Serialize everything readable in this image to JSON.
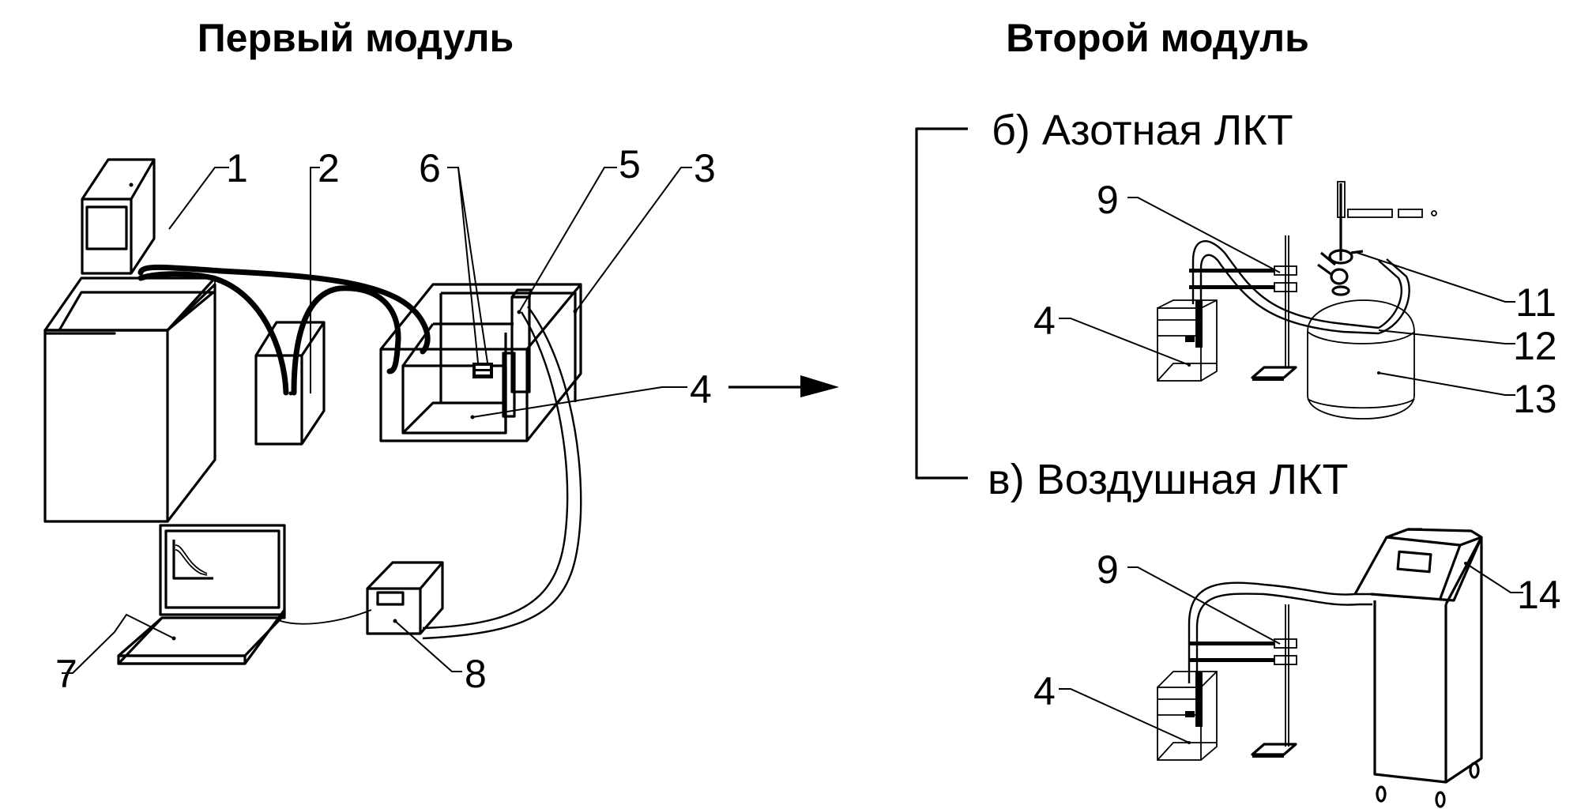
{
  "titles": {
    "first_module": "Первый модуль",
    "second_module": "Второй модуль"
  },
  "variants": {
    "nitrogen": "б) Азотная ЛКТ",
    "air": "в) Воздушная ЛКТ"
  },
  "first_module_labels": {
    "thermostat": "1",
    "reservoir": "2",
    "outer_chamber": "3",
    "sample_cell": "4",
    "holder": "5",
    "sensors": "6",
    "laptop": "7",
    "recorder": "8"
  },
  "nitrogen_labels": {
    "clamp_stand": "9",
    "sample_cell": "4",
    "valve_head": "11",
    "hose": "12",
    "dewar": "13"
  },
  "air_labels": {
    "clamp_stand": "9",
    "sample_cell": "4",
    "air_unit": "14"
  },
  "colors": {
    "ink": "#000000",
    "background": "#ffffff"
  }
}
